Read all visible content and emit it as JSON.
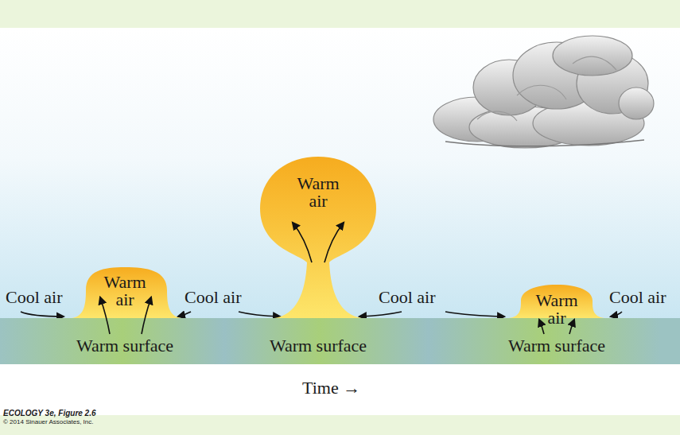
{
  "diagram": {
    "nodes": [
      {
        "text": [
          "Warm air"
        ]
      },
      {
        "text": [
          "Warm air"
        ]
      },
      {
        "text": [
          "Warm air"
        ]
      },
      {
        "text": [
          "Warm surface",
          "Warm surface",
          "Warm surface"
        ]
      }
    ],
    "labels": [
      "Cool air",
      "Cool air",
      "Cool air",
      "Cool air",
      "Time →",
      "ECOLOGY 3e, Figure 2.6",
      "© 2014 Sinauer Associates, Inc."
    ]
  }
}
